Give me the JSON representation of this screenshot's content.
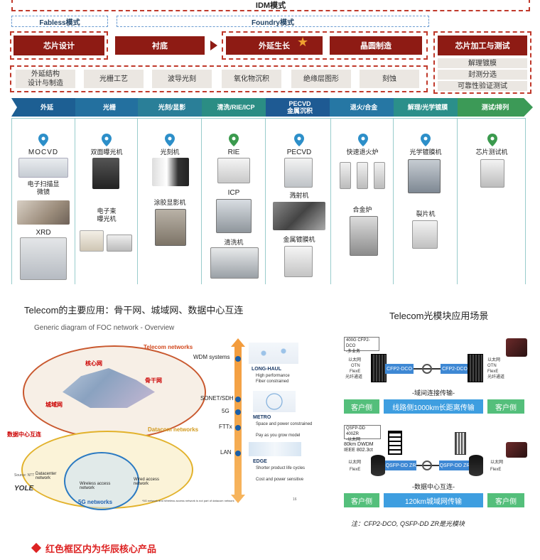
{
  "top": {
    "idm_label": "IDM模式",
    "fabless_label": "Fabless模式",
    "foundry_label": "Foundry模式",
    "main_steps": [
      "芯片设计",
      "衬底",
      "外延生长",
      "晶圆制造",
      "芯片加工与测试"
    ],
    "sub_steps": [
      "外延结构\n设计与制造",
      "光栅工艺",
      "波导光刻",
      "氧化物沉积",
      "绝缘层图形",
      "刻蚀"
    ],
    "test_steps": [
      "解理镀膜",
      "封测分选",
      "可靠性验证测试"
    ],
    "stages": [
      "外延",
      "光栅",
      "光刻/显影",
      "清洗/RIE/ICP",
      "PECVD\n金属沉积",
      "退火/合金",
      "解理/光学镀膜",
      "测试/排列"
    ],
    "equipment": {
      "col1": [
        "MOCVD",
        "电子扫描显\n微镜",
        "XRD"
      ],
      "col2": [
        "双面曝光机",
        "电子束\n曝光机"
      ],
      "col3": [
        "光刻机",
        "涂胶显影机"
      ],
      "col4": [
        "RIE",
        "ICP",
        "清洗机"
      ],
      "col5": [
        "PECVD",
        "溅射机",
        "金属镀膜机"
      ],
      "col6": [
        "快速退火炉",
        "合金炉"
      ],
      "col7": [
        "光学镀膜机",
        "裂片机"
      ],
      "col8": [
        "芯片测试机"
      ]
    },
    "colors": {
      "dark_red": "#8e1b14",
      "dashed_red": "#c0392b",
      "dashed_blue": "#6b9bd1"
    }
  },
  "bottom_left": {
    "title": "Telecom的主要应用：骨干网、城域网、数据中心互连",
    "diagram_title": "Generic diagram of FOC network - Overview",
    "telecom_networks": "Telecom networks",
    "datacom_networks": "Datacom networks",
    "fiveg_networks": "5G networks",
    "core_net": "核心网",
    "backbone_net": "骨干网",
    "metro_net": "城域网",
    "dc_interconnect": "数据中心互连",
    "datacenter_network": "Datacenter\nnetwork",
    "wireless_access": "Wireless access\nnetwork",
    "wired_access": "Wired access\nnetwork",
    "source": "Source: NTT",
    "logo": "YOLE",
    "footnote": "*5G network and Wireless access network is not part of datacom network",
    "axis_items": [
      "WDM systems",
      "SONET/SDH",
      "5G",
      "FTTx",
      "LAN"
    ],
    "long_haul": {
      "title": "LONG-HAUL",
      "bullets": [
        "High performance",
        "Fiber constrained"
      ]
    },
    "metro": {
      "title": "METRO",
      "bullets": [
        "Space and power constrained",
        "Pay as you grow model"
      ]
    },
    "edge": {
      "title": "EDGE",
      "bullets": [
        "Shorter product life cycles",
        "Cost and power sensitive"
      ]
    },
    "page_no": "16"
  },
  "bottom_right": {
    "title": "Telecom光模块应用场景",
    "scene1": {
      "module_box": "400G CFP2-DCO\n-多业务",
      "left_labels": [
        "以太网",
        "OTN",
        "FlexE",
        "光纤通道"
      ],
      "right_labels": [
        "以太网",
        "OTN",
        "FlexE",
        "光纤通道"
      ],
      "module_left": "CFP2-DCO",
      "module_right": "CFP2-DCO",
      "caption": "-域间连接传输-",
      "client_left": "客户侧",
      "line": "线路侧1000km长距离传输",
      "client_right": "客户侧"
    },
    "scene2": {
      "module_box": "QSFP-DD 400ZR\n-以太网",
      "left_text": "80km DWDM\nIEEE 802.3ct",
      "left_labels": [
        "以太网",
        "FlexE"
      ],
      "right_labels": [
        "以太网",
        "FlexE"
      ],
      "module_left": "QSFP-DD ZR",
      "module_right": "QSFP-DD ZR",
      "caption": "-数据中心互连-",
      "client_left": "客户侧",
      "line": "120km城域网传输",
      "client_right": "客户侧"
    },
    "note": "注：CFP2-DCO, QSFP-DD ZR是光模块"
  },
  "footer_note": "红色框区内为华辰核心产品",
  "colors": {
    "green": "#54bf7b",
    "blue": "#3e9ee0",
    "footer_red": "#d22"
  }
}
